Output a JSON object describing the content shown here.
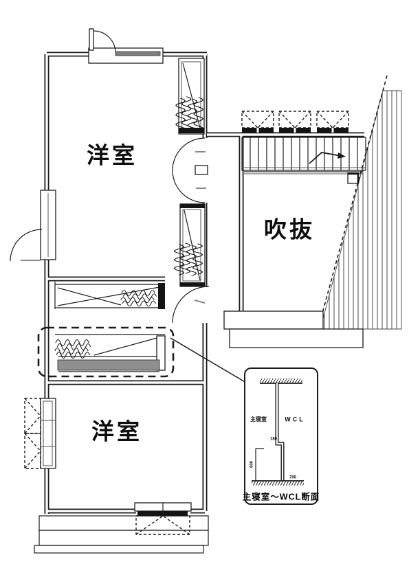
{
  "plan": {
    "room_labels": {
      "bedroom_top": "洋室",
      "void": "吹抜",
      "bedroom_bottom": "洋室"
    }
  },
  "inset": {
    "room_label": "主寝室",
    "closet_label": "WCL",
    "caption": "主寝室～WCL断面",
    "dim_step": "180",
    "dim_left": "600",
    "dim_bottom": "700"
  },
  "colors": {
    "line": "#1b1b1b",
    "gray": "#8f8f8f",
    "background": "#ffffff"
  }
}
